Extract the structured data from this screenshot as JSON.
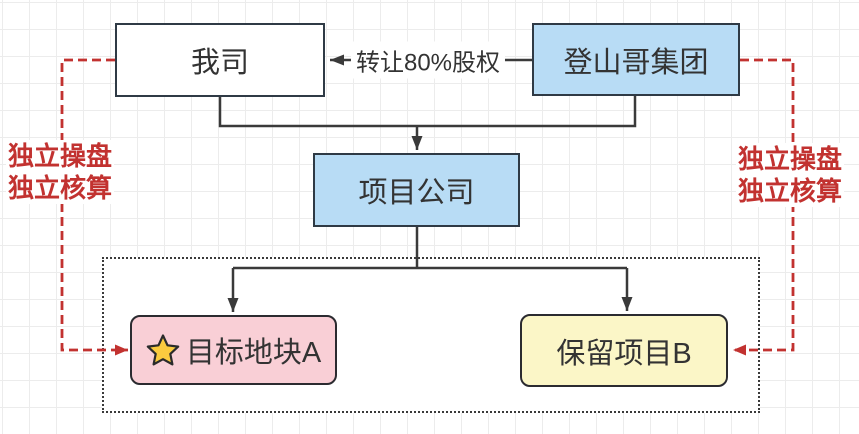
{
  "diagram": {
    "nodes": {
      "our_company": {
        "label": "我司"
      },
      "group_company": {
        "label": "登山哥集团"
      },
      "project_company": {
        "label": "项目公司"
      },
      "target_plot": {
        "label": "目标地块A"
      },
      "retained_project": {
        "label": "保留项目B"
      }
    },
    "edges": {
      "transfer": {
        "label": "转让80%股权"
      }
    },
    "notes": {
      "left": {
        "line1": "独立操盘",
        "line2": "独立核算"
      },
      "right": {
        "line1": "独立操盘",
        "line2": "独立核算"
      }
    },
    "colors": {
      "node_blue": "#b8dcf5",
      "node_pink": "#f9cfd6",
      "node_yellow": "#fbf6c7",
      "node_white": "#ffffff",
      "node_border": "#2f3a45",
      "connector_black": "#3a3a3a",
      "accent_red": "#c23230",
      "star_yellow": "#fbcb3f",
      "grid_line": "#ececec"
    }
  }
}
